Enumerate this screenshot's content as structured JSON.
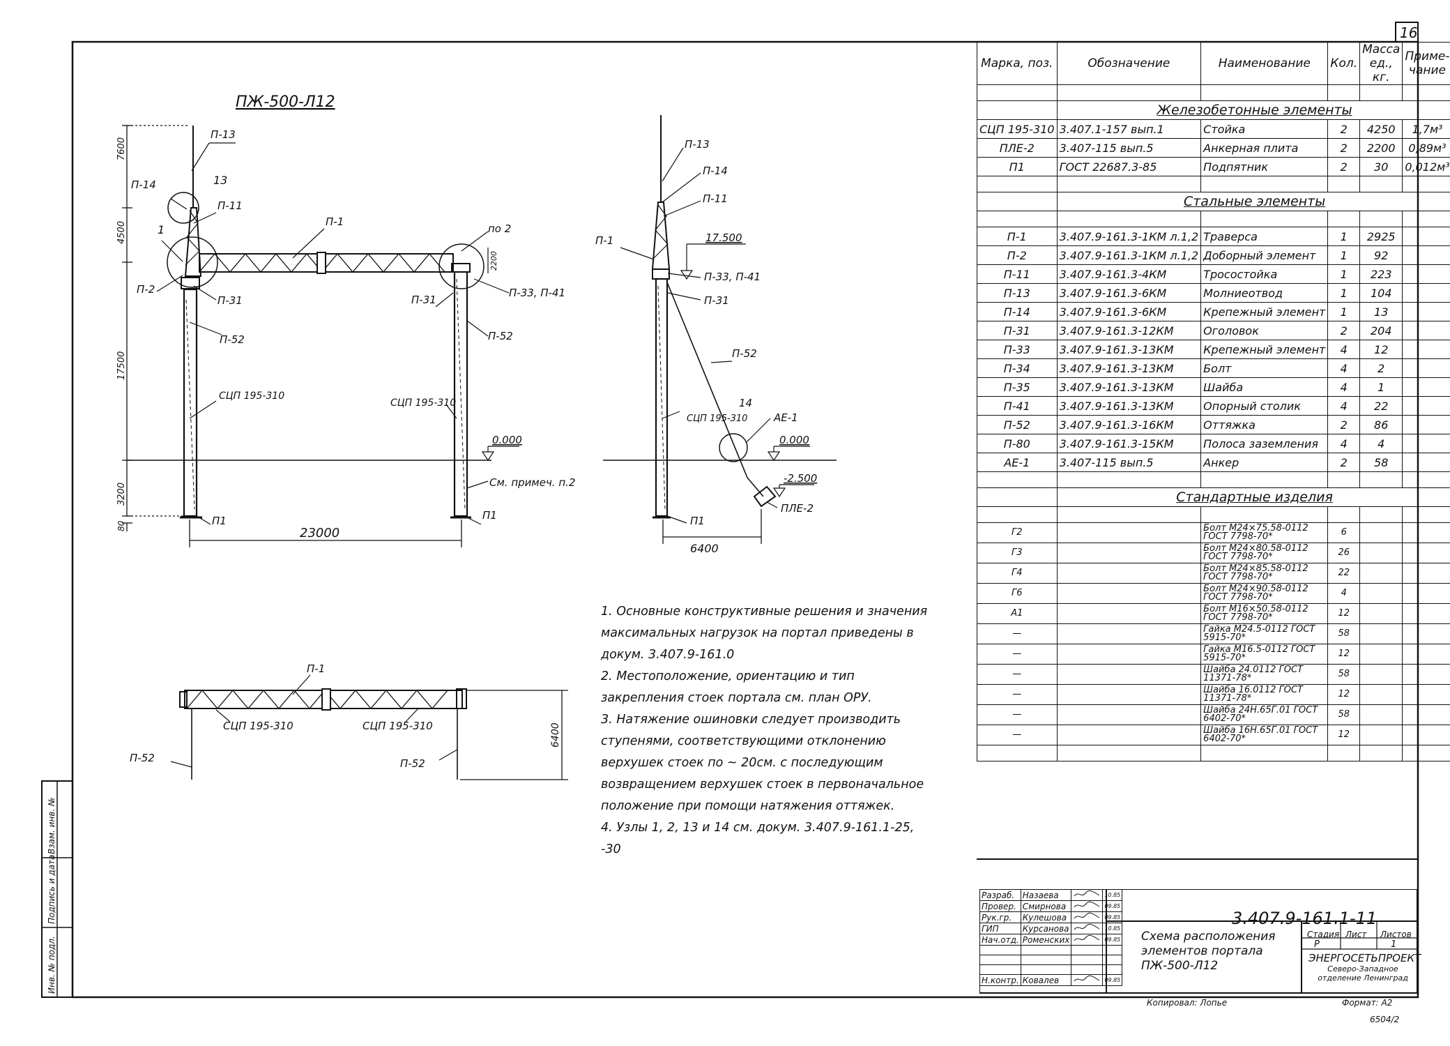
{
  "sheet_number": "16",
  "elevation": {
    "title": "ПЖ-500-Л12",
    "dims_vertical": [
      "7600",
      "4500",
      "17500",
      "3200",
      "80"
    ],
    "dim_span": "23000",
    "beam_height": "2200",
    "level_zero": "0.000",
    "labels": {
      "p13": "П-13",
      "p14": "П-14",
      "n13": "13",
      "p11": "П-11",
      "n1": "1",
      "p2": "П-2",
      "p31_left": "П-31",
      "p52_left": "П-52",
      "p1": "П-1",
      "n2": "по 2",
      "p31_right": "П-31",
      "p33p41": "П-33, П-41",
      "p52_right": "П-52",
      "col_left": "СЦП 195-310",
      "col_right": "СЦП 195-310",
      "note_ref": "См. примеч. п.2",
      "base_left": "П1",
      "base_right": "П1"
    }
  },
  "side_view": {
    "labels": {
      "p13": "П-13",
      "p14": "П-14",
      "p11": "П-11",
      "p1": "П-1",
      "level": "17.500",
      "p33p41": "П-33, П-41",
      "p31": "П-31",
      "p52": "П-52",
      "n14": "14",
      "col": "СЦП 195-310",
      "ae1": "АЕ-1",
      "level_zero": "0.000",
      "level_minus": "-2.500",
      "plate": "ПЛЕ-2",
      "base": "П1",
      "dim": "6400"
    }
  },
  "plan": {
    "labels": {
      "p1": "П-1",
      "col_left": "СЦП 195-310",
      "col_right": "СЦП 195-310",
      "p52_left": "П-52",
      "p52_right": "П-52",
      "dim": "6400"
    }
  },
  "notes": [
    "1. Основные конструктивные решения и значения максимальных нагрузок на портал приведены в докум. 3.407.9-161.0",
    "2. Местоположение, ориентацию и тип закрепления стоек портала см. план ОРУ.",
    "3. Натяжение ошиновки следует производить ступенями, соответствующими отклонению верхушек стоек по ~ 20см. с последующим возвращением верхушек стоек в первоначальное положение при помощи натяжения оттяжек.",
    "4. Узлы 1, 2, 13 и 14 см. докум. 3.407.9-161.1-25, -30"
  ],
  "spec_table": {
    "headers": [
      "Марка, поз.",
      "Обозначение",
      "Наименование",
      "Кол.",
      "Масса ед., кг.",
      "Приме-чание"
    ],
    "sections": [
      {
        "title": "Железобетонные элементы",
        "rows": [
          [
            "СЦП 195-310",
            "3.407.1-157 вып.1",
            "Стойка",
            "2",
            "4250",
            "1,7м³"
          ],
          [
            "ПЛЕ-2",
            "3.407-115 вып.5",
            "Анкерная плита",
            "2",
            "2200",
            "0,89м³"
          ],
          [
            "П1",
            "ГОСТ 22687.3-85",
            "Подпятник",
            "2",
            "30",
            "0,012м³"
          ]
        ]
      },
      {
        "title": "Стальные элементы",
        "rows": [
          [
            "П-1",
            "3.407.9-161.3-1КМ л.1,2",
            "Траверса",
            "1",
            "2925",
            ""
          ],
          [
            "П-2",
            "3.407.9-161.3-1КМ л.1,2",
            "Доборный элемент",
            "1",
            "92",
            ""
          ],
          [
            "П-11",
            "3.407.9-161.3-4КМ",
            "Тросостойка",
            "1",
            "223",
            ""
          ],
          [
            "П-13",
            "3.407.9-161.3-6КМ",
            "Молниеотвод",
            "1",
            "104",
            ""
          ],
          [
            "П-14",
            "3.407.9-161.3-6КМ",
            "Крепежный элемент",
            "1",
            "13",
            ""
          ],
          [
            "П-31",
            "3.407.9-161.3-12КМ",
            "Оголовок",
            "2",
            "204",
            ""
          ],
          [
            "П-33",
            "3.407.9-161.3-13КМ",
            "Крепежный элемент",
            "4",
            "12",
            ""
          ],
          [
            "П-34",
            "3.407.9-161.3-13КМ",
            "Болт",
            "4",
            "2",
            ""
          ],
          [
            "П-35",
            "3.407.9-161.3-13КМ",
            "Шайба",
            "4",
            "1",
            ""
          ],
          [
            "П-41",
            "3.407.9-161.3-13КМ",
            "Опорный столик",
            "4",
            "22",
            ""
          ],
          [
            "П-52",
            "3.407.9-161.3-16КМ",
            "Оттяжка",
            "2",
            "86",
            ""
          ],
          [
            "П-80",
            "3.407.9-161.3-15КМ",
            "Полоса заземления",
            "4",
            "4",
            ""
          ],
          [
            "АЕ-1",
            "3.407-115 вып.5",
            "Анкер",
            "2",
            "58",
            ""
          ]
        ]
      },
      {
        "title": "Стандартные изделия",
        "rows": [
          [
            "Г2",
            "",
            "Болт М24×75.58-0112 ГОСТ 7798-70*",
            "6",
            "",
            ""
          ],
          [
            "Г3",
            "",
            "Болт М24×80.58-0112 ГОСТ 7798-70*",
            "26",
            "",
            ""
          ],
          [
            "Г4",
            "",
            "Болт М24×85.58-0112 ГОСТ 7798-70*",
            "22",
            "",
            ""
          ],
          [
            "Г6",
            "",
            "Болт М24×90.58-0112 ГОСТ 7798-70*",
            "4",
            "",
            ""
          ],
          [
            "А1",
            "",
            "Болт М16×50.58-0112 ГОСТ 7798-70*",
            "12",
            "",
            ""
          ],
          [
            "—",
            "",
            "Гайка М24.5-0112 ГОСТ 5915-70*",
            "58",
            "",
            ""
          ],
          [
            "—",
            "",
            "Гайка М16.5-0112 ГОСТ 5915-70*",
            "12",
            "",
            ""
          ],
          [
            "—",
            "",
            "Шайба 24.0112 ГОСТ 11371-78*",
            "58",
            "",
            ""
          ],
          [
            "—",
            "",
            "Шайба 16.0112 ГОСТ 11371-78*",
            "12",
            "",
            ""
          ],
          [
            "—",
            "",
            "Шайба 24Н.65Г.01 ГОСТ 6402-70*",
            "58",
            "",
            ""
          ],
          [
            "—",
            "",
            "Шайба 16Н.65Г.01 ГОСТ 6402-70*",
            "12",
            "",
            ""
          ]
        ]
      }
    ]
  },
  "title_block": {
    "code": "3.407.9-161.1-11",
    "title": "Схема расположения элементов портала ПЖ-500-Л12",
    "people": [
      [
        "Разраб.",
        "Назаева",
        "10.85"
      ],
      [
        "Провер.",
        "Смирнова",
        "09.85"
      ],
      [
        "Рук.гр.",
        "Кулешова",
        "09.85"
      ],
      [
        "ГИП",
        "Курсанова",
        "10.85"
      ],
      [
        "Нач.отд.",
        "Роменских",
        "09.85"
      ],
      [
        "Н.контр.",
        "Ковалев",
        "09.85"
      ]
    ],
    "stage_label": "Стадия",
    "sheet_label": "Лист",
    "sheets_label": "Листов",
    "stage": "Р",
    "sheets": "1",
    "org": "ЭНЕРГОСЕТЬПРОЕКТ",
    "org_sub": "Северо-Западное отделение Ленинград",
    "copied": "Копировал: Лопье",
    "format": "Формат: А2",
    "archive": "6504/2",
    "side_stamp": [
      "Инв. № подл.",
      "Подпись и дата",
      "Взам. инв. №"
    ]
  }
}
